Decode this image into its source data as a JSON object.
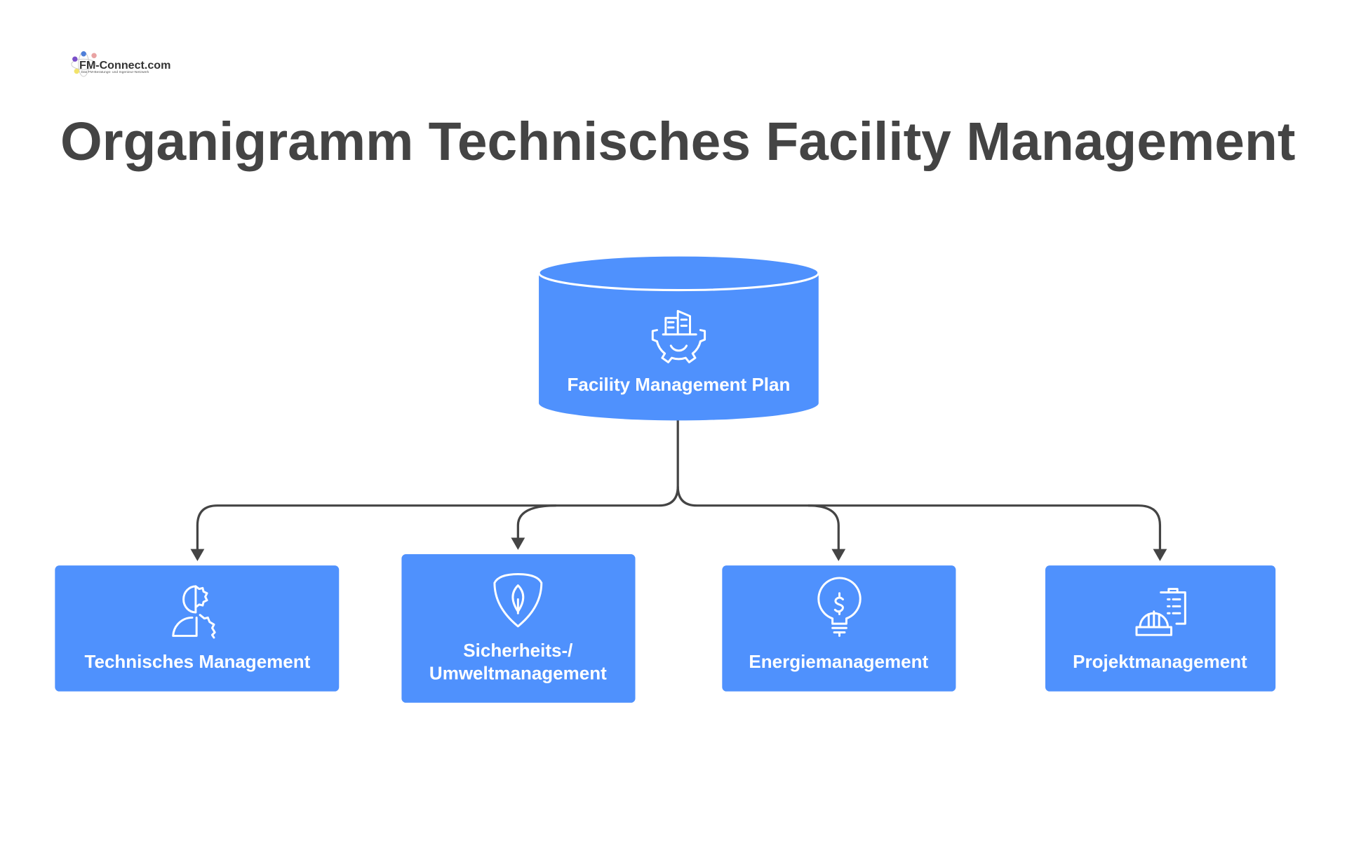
{
  "logo": {
    "text": "FM-Connect.com",
    "tagline": "Das FM-Beratungs- und Ingenieur-Netzwerk"
  },
  "title": "Organigramm Technisches Facility Management",
  "colors": {
    "node": "#4F91FD",
    "title": "#444444",
    "edge": "#444444"
  },
  "root": {
    "label": "Facility Management Plan",
    "icon": "building-gear-icon"
  },
  "children": [
    {
      "label": "Technisches Management",
      "icon": "person-gear-icon"
    },
    {
      "label_line1": "Sicherheits-/",
      "label_line2": "Umweltmanagement",
      "icon": "shield-leaf-icon"
    },
    {
      "label": "Energiemanagement",
      "icon": "lightbulb-dollar-icon"
    },
    {
      "label": "Projektmanagement",
      "icon": "helmet-clipboard-icon"
    }
  ]
}
